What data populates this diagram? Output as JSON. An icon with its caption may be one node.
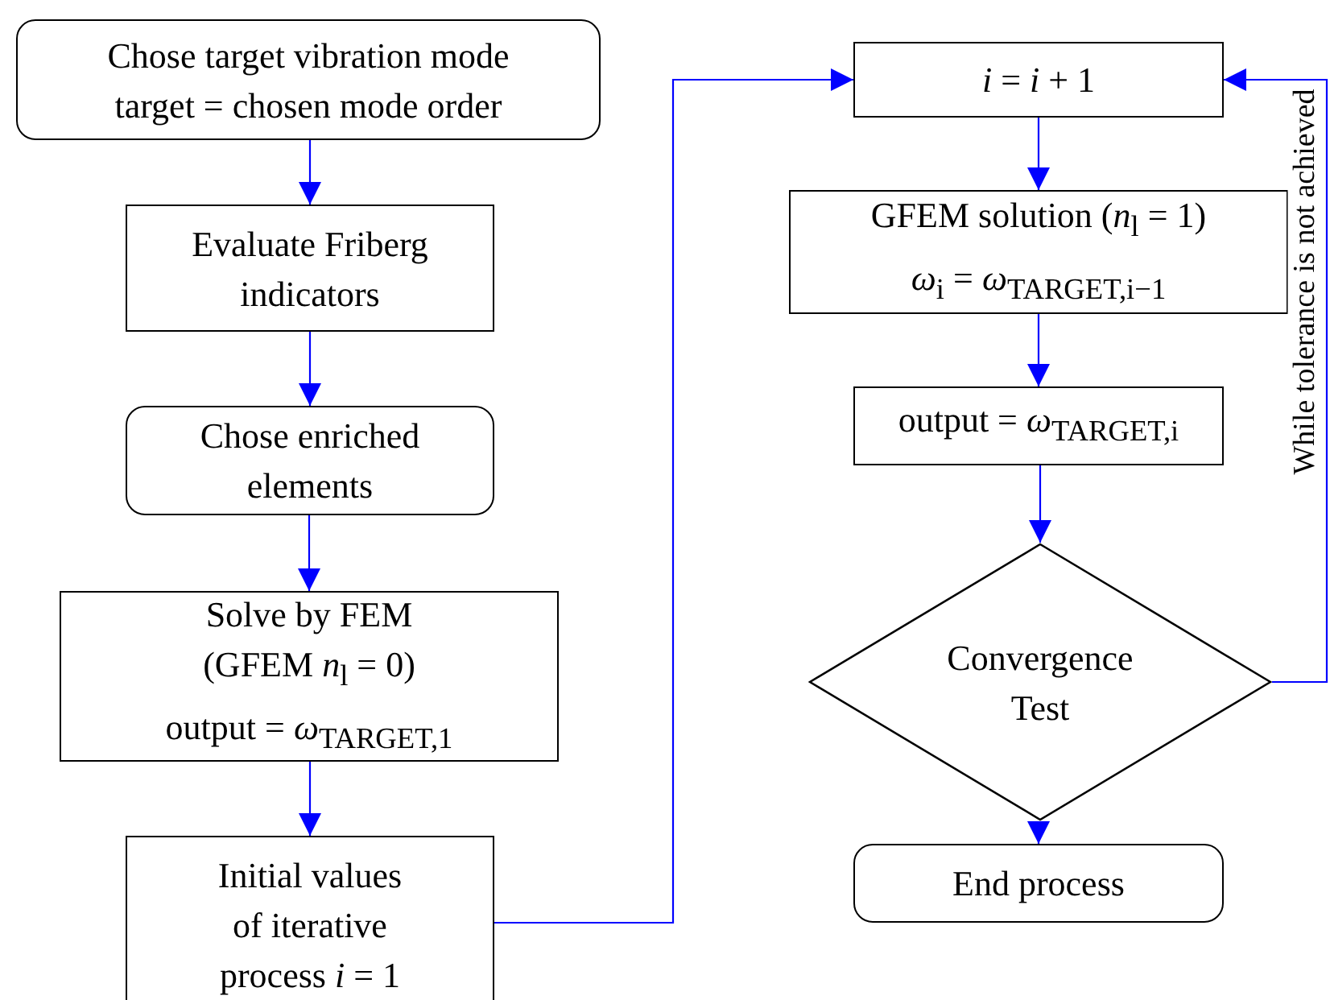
{
  "diagram": {
    "nodes": [
      {
        "text": [
          "Chose target vibration mode",
          "target = chosen mode order"
        ]
      },
      {
        "text": [
          "Evaluate Friberg indicators"
        ]
      },
      {
        "text": [
          "Chose enriched elements"
        ]
      },
      {
        "text": [
          "Solve by FEM",
          "(GFEM *n*$_{l}$ = 0)",
          "output = *ω*$_{TARGET,1}$"
        ]
      },
      {
        "text": [
          "Initial values of iterative process *i* = 1"
        ]
      },
      {
        "text": [
          "*i* = *i* + 1"
        ]
      },
      {
        "text": [
          "GFEM solution (*n*$_{l}$ = 1)",
          "*ω*$_{i}$ = *ω*$_{TARGET,i−1}$"
        ]
      },
      {
        "text": [
          "output = *ω*$_{TARGET,i}$"
        ]
      },
      {
        "text": [
          "Convergence Test"
        ]
      },
      {
        "text": [
          "End process"
        ]
      }
    ],
    "edges": [
      {
        "from": 0,
        "to": 1,
        "arrow": "to"
      },
      {
        "from": 1,
        "to": 2,
        "arrow": "to"
      },
      {
        "from": 2,
        "to": 3,
        "arrow": "to"
      },
      {
        "from": 3,
        "to": 4,
        "arrow": "to"
      },
      {
        "from": 4,
        "to": 5,
        "arrow": "to"
      },
      {
        "from": 5,
        "to": 6,
        "arrow": "to"
      },
      {
        "from": 6,
        "to": 7,
        "arrow": "to"
      },
      {
        "from": 7,
        "to": 8,
        "arrow": "to"
      },
      {
        "from": 8,
        "to": 9,
        "arrow": "to"
      },
      {
        "from": 8,
        "to": 5,
        "arrow": "to",
        "label": "While tolerance is not achieved"
      }
    ]
  }
}
